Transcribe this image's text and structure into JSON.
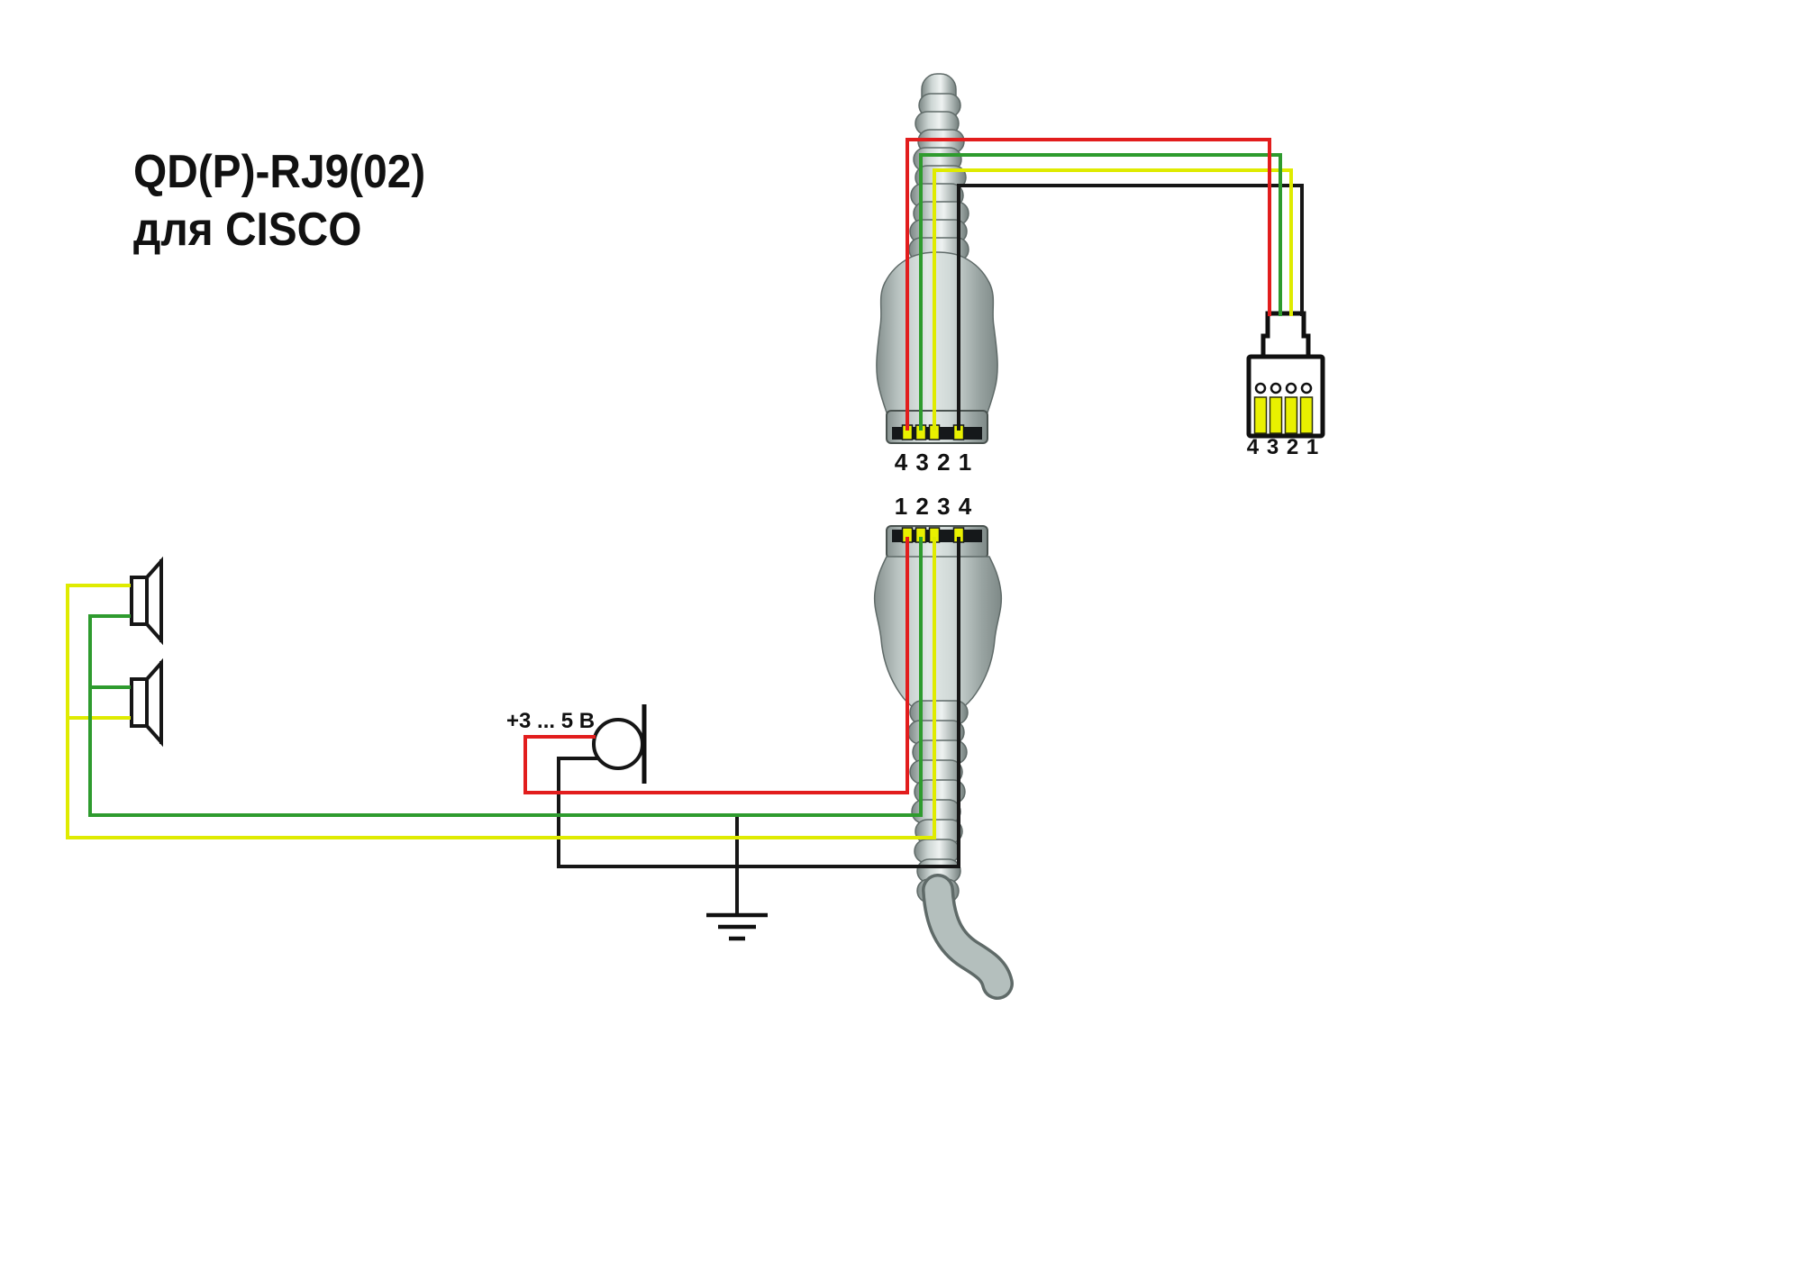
{
  "title": {
    "line1": "QD(P)-RJ9(02)",
    "line2": "для CISCO"
  },
  "connectors": {
    "qd_top": {
      "pin_labels": "4 3 2 1"
    },
    "qd_bottom": {
      "pin_labels": "1 2 3 4"
    },
    "rj9": {
      "pin_labels": "4 3 2 1"
    }
  },
  "microphone": {
    "voltage_label": "+3 ... 5 В"
  },
  "colors": {
    "wire_red": "#e21d1d",
    "wire_green": "#2e9b2e",
    "wire_yellow": "#dfeb00",
    "wire_black": "#161616",
    "contact_yellow": "#e9f100"
  }
}
